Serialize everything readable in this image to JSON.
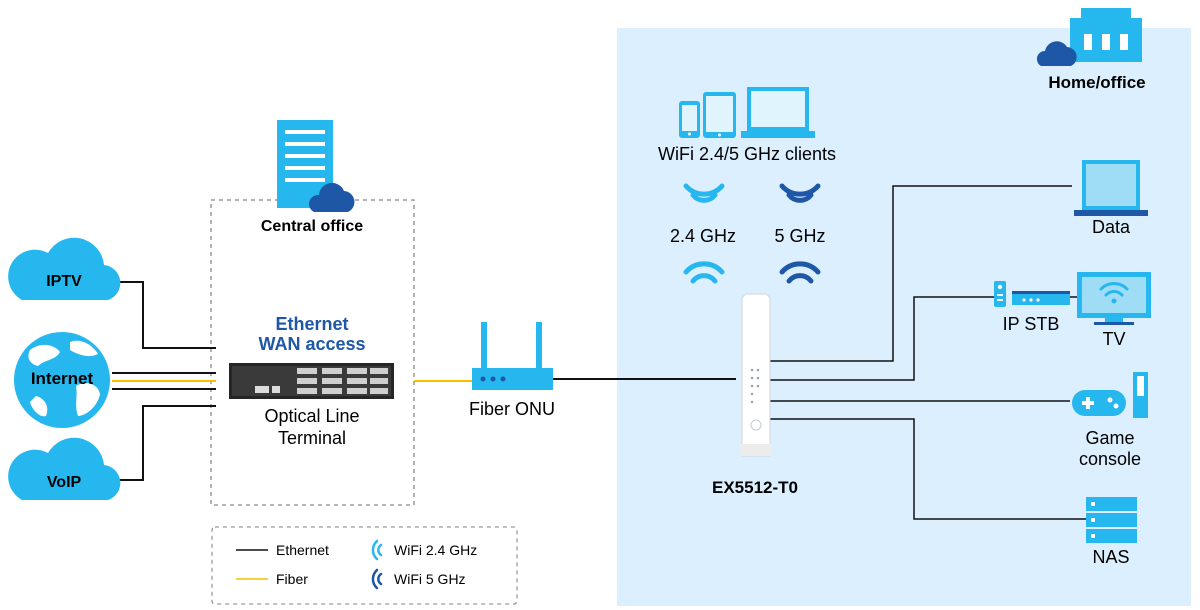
{
  "home": {
    "label": "Home/office",
    "bg_color": "#dcefff"
  },
  "central_office": {
    "label": "Central office",
    "subtitle_line1": "Ethernet",
    "subtitle_line2": "WAN access",
    "olt_line1": "Optical Line",
    "olt_line2": "Terminal"
  },
  "services": {
    "iptv": "IPTV",
    "internet": "Internet",
    "voip": "VoIP"
  },
  "onu": {
    "label": "Fiber ONU"
  },
  "router": {
    "label": "EX5512-T0"
  },
  "wifi": {
    "clients_label": "WiFi 2.4/5 GHz clients",
    "band1": "2.4 GHz",
    "band2": "5 GHz"
  },
  "devices": {
    "data": "Data",
    "ipstb": "IP STB",
    "tv": "TV",
    "game_line1": "Game",
    "game_line2": "console",
    "nas": "NAS"
  },
  "legend": {
    "ethernet": "Ethernet",
    "fiber": "Fiber",
    "wifi24": "WiFi 2.4 GHz",
    "wifi5": "WiFi 5 GHz"
  },
  "colors": {
    "light_blue": "#27b7ef",
    "dark_blue": "#1d57a6",
    "fiber": "#f5c000",
    "ethernet": "#111111"
  }
}
